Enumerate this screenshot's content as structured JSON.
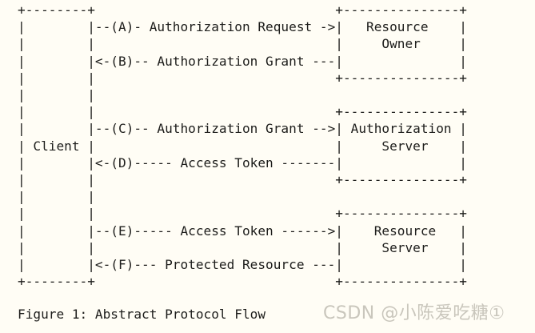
{
  "figure": {
    "background_color": "#fffdf5",
    "text_color": "#1d1d1b",
    "caption": "Figure 1: Abstract Protocol Flow",
    "caption_number": "1",
    "caption_title": "Abstract Protocol Flow",
    "ascii_art": "+--------+                               +---------------+\n|        |--(A)- Authorization Request ->|   Resource    |\n|        |                               |     Owner     |\n|        |<-(B)-- Authorization Grant ---|               |\n|        |                               +---------------+\n|        |\n|        |                               +---------------+\n|        |--(C)-- Authorization Grant -->| Authorization |\n| Client |                               |     Server    |\n|        |<-(D)----- Access Token -------|               |\n|        |                               +---------------+\n|        |\n|        |                               +---------------+\n|        |--(E)----- Access Token ------>|    Resource   |\n|        |                               |     Server    |\n|        |<-(F)--- Protected Resource ---|               |\n+--------+                               +---------------+",
    "boxes": [
      {
        "name": "client",
        "label": "Client",
        "lines": [
          "Client"
        ],
        "width_chars": 8
      },
      {
        "name": "resource-owner",
        "label": "Resource Owner",
        "lines": [
          "Resource",
          "Owner"
        ],
        "width_chars": 15
      },
      {
        "name": "authorization-server",
        "label": "Authorization Server",
        "lines": [
          "Authorization",
          "Server"
        ],
        "width_chars": 15
      },
      {
        "name": "resource-server",
        "label": "Resource Server",
        "lines": [
          "Resource",
          "Server"
        ],
        "width_chars": 15
      }
    ],
    "flows": [
      {
        "step": "A",
        "label": "Authorization Request",
        "direction": "right",
        "from": "Client",
        "to": "Resource Owner",
        "arrow": "->"
      },
      {
        "step": "B",
        "label": "Authorization Grant",
        "direction": "left",
        "from": "Resource Owner",
        "to": "Client",
        "arrow": "<-"
      },
      {
        "step": "C",
        "label": "Authorization Grant",
        "direction": "right",
        "from": "Client",
        "to": "Authorization Server",
        "arrow": "-->"
      },
      {
        "step": "D",
        "label": "Access Token",
        "direction": "left",
        "from": "Authorization Server",
        "to": "Client",
        "arrow": "<-"
      },
      {
        "step": "E",
        "label": "Access Token",
        "direction": "right",
        "from": "Client",
        "to": "Resource Server",
        "arrow": "->"
      },
      {
        "step": "F",
        "label": "Protected Resource",
        "direction": "left",
        "from": "Resource Server",
        "to": "Client",
        "arrow": "<-"
      }
    ]
  },
  "watermark": {
    "text": "CSDN @小陈爱吃糖①",
    "color": "#c9c6bc"
  }
}
